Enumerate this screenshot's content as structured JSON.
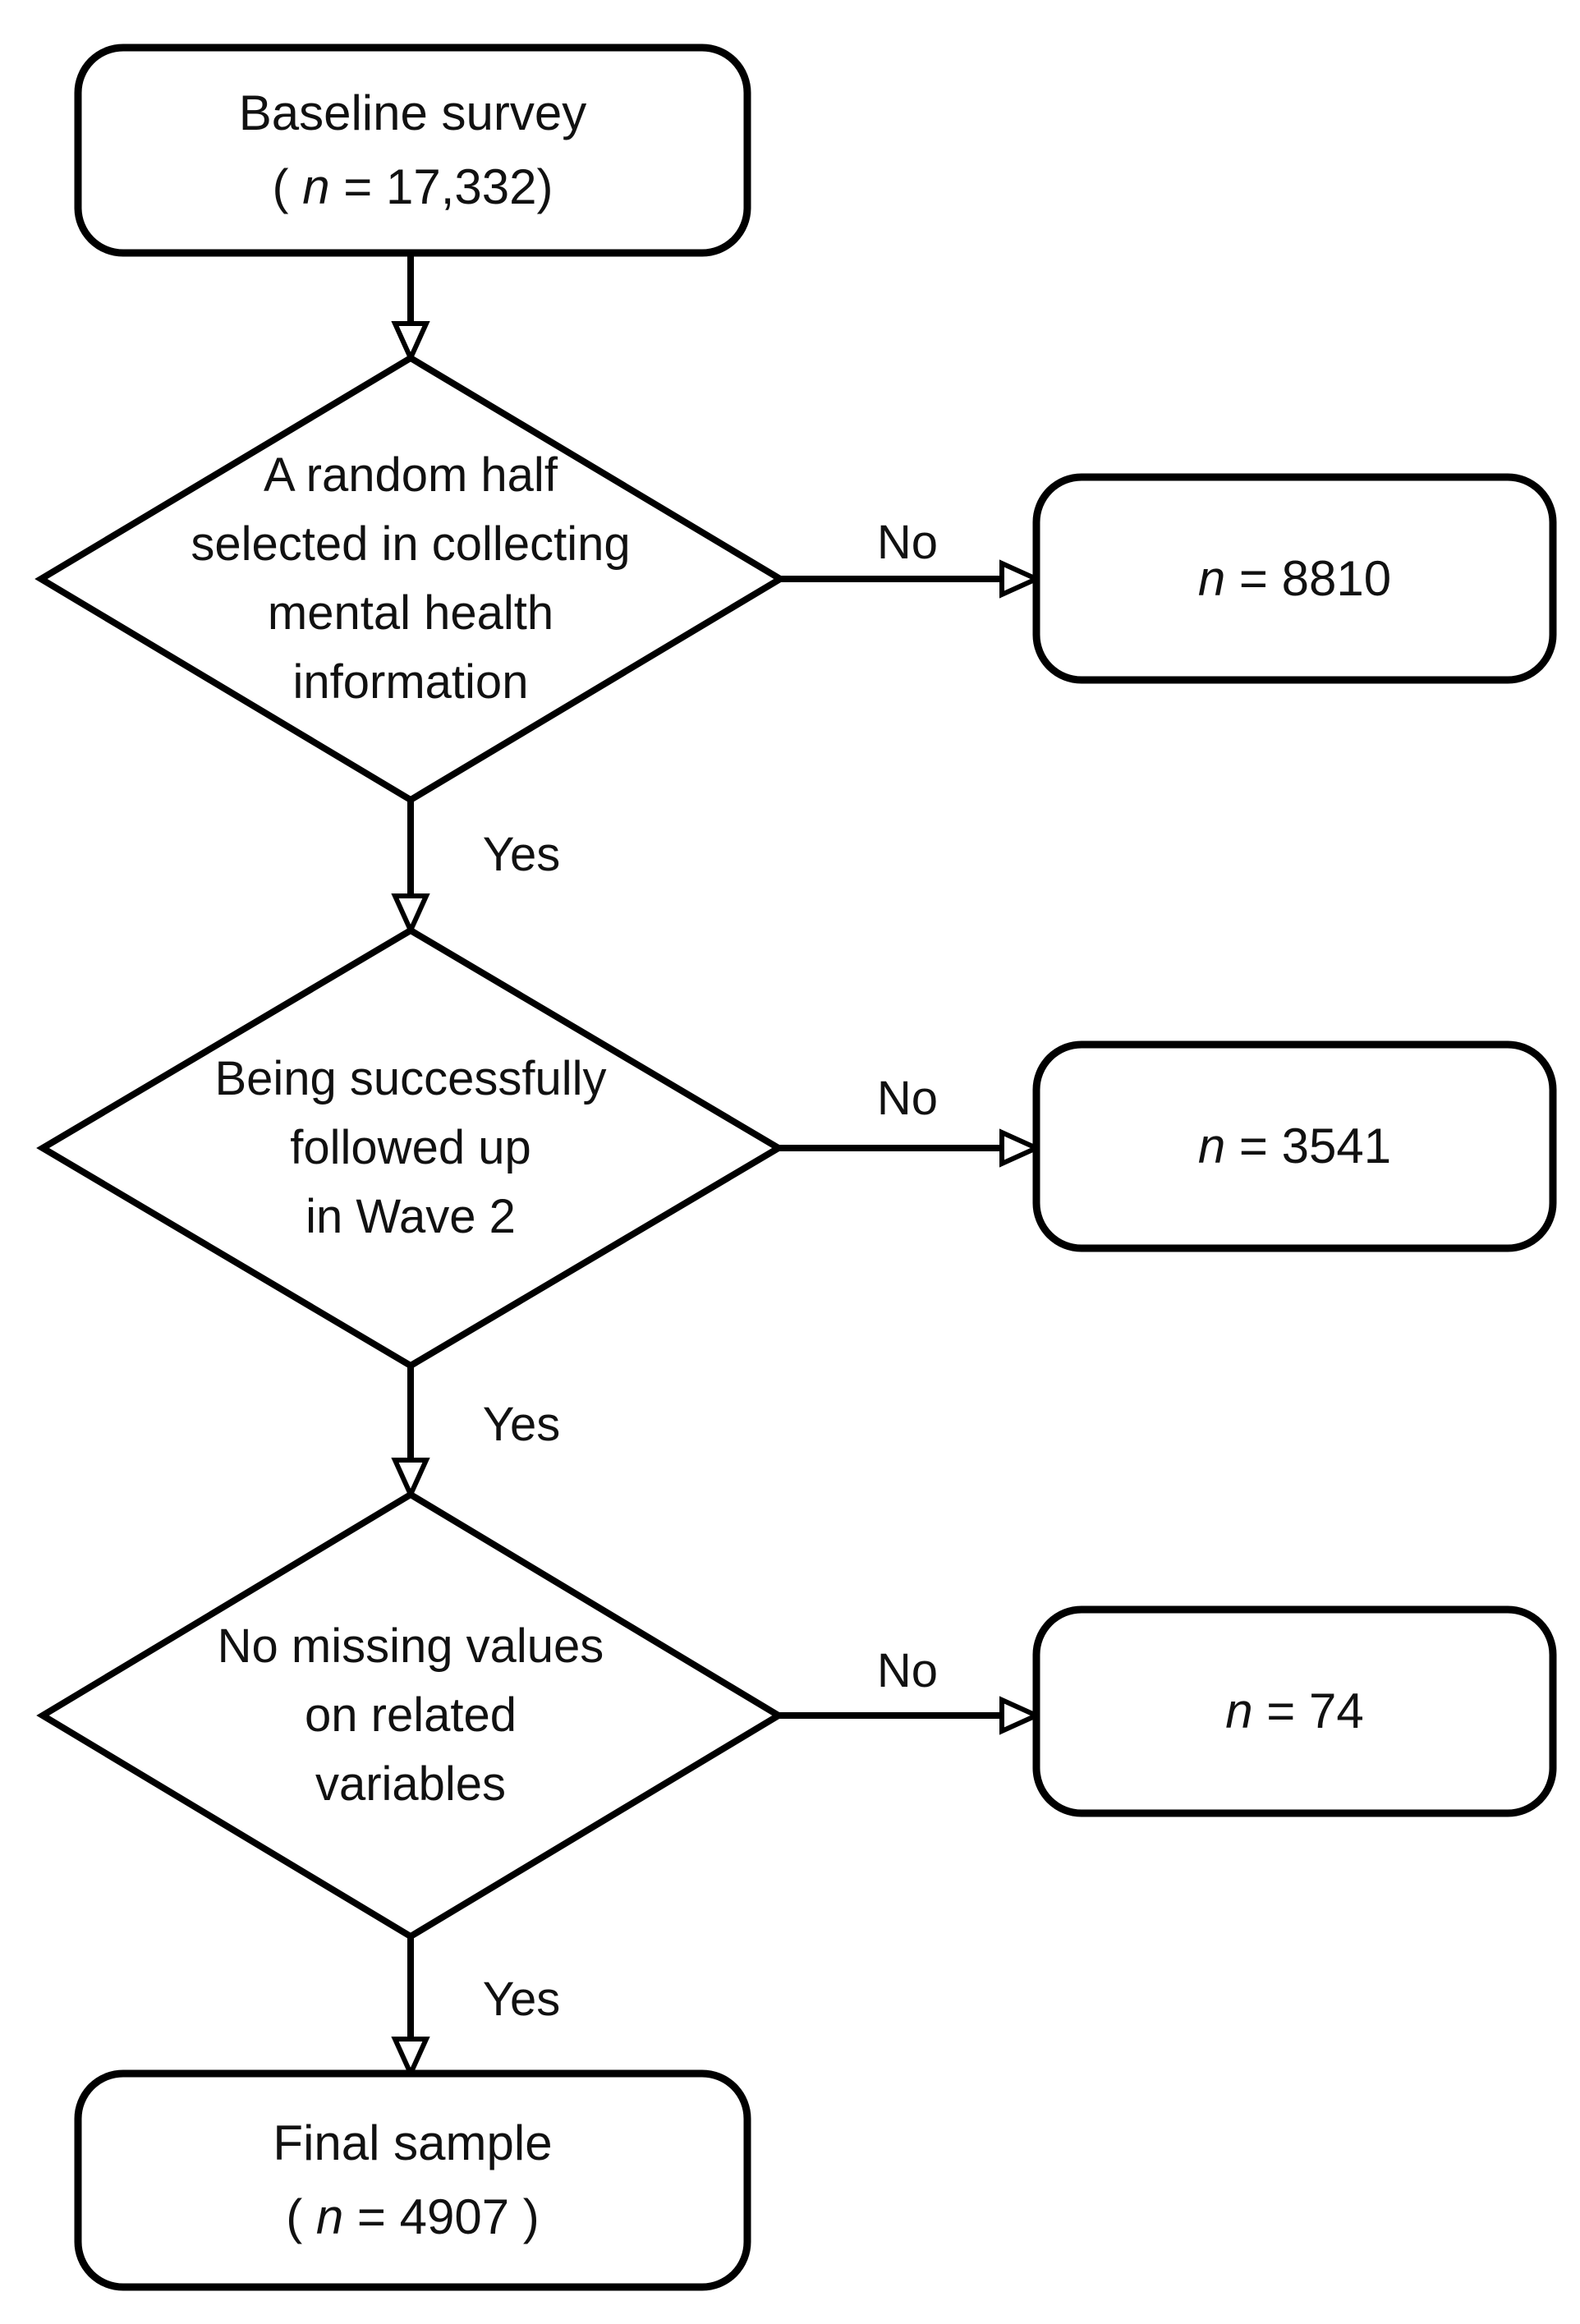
{
  "diagram": {
    "background": "#ffffff",
    "stroke_color": "#000000",
    "text_color": "#111111"
  },
  "nodes": {
    "start": {
      "title": "Baseline survey",
      "count_prefix": "( ",
      "count_n": "n",
      "count_rest": " = 17,332)"
    },
    "decision1": {
      "lines": [
        "A random half",
        "selected in collecting",
        "mental health",
        "information"
      ]
    },
    "reject1": {
      "n": "n",
      "value": " = 8810"
    },
    "decision2": {
      "lines": [
        "Being successfully",
        "followed up",
        "in Wave 2"
      ]
    },
    "reject2": {
      "n": "n",
      "value": " = 3541"
    },
    "decision3": {
      "lines": [
        "No missing values",
        "on related",
        "variables"
      ]
    },
    "reject3": {
      "n": "n",
      "value": " = 74"
    },
    "final": {
      "title": "Final sample",
      "count_prefix": "( ",
      "count_n": "n",
      "count_rest": " = 4907 )"
    }
  },
  "labels": {
    "no1": "No",
    "no2": "No",
    "no3": "No",
    "yes1": "Yes",
    "yes2": "Yes",
    "yes3": "Yes"
  }
}
